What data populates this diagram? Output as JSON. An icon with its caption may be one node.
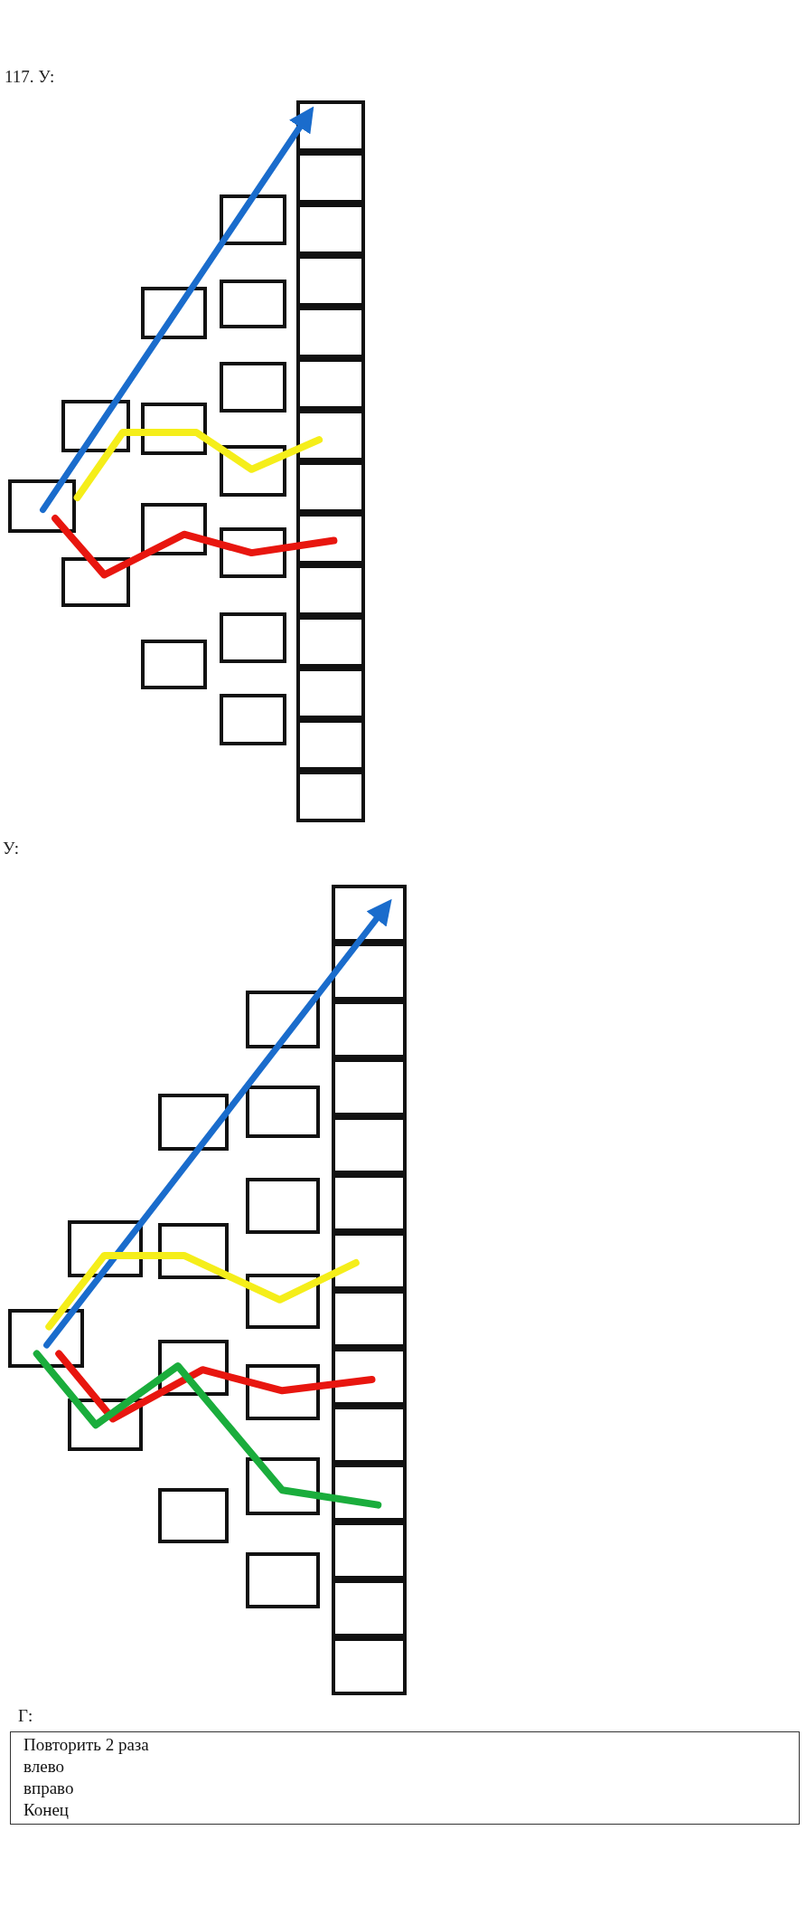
{
  "diagram": {
    "nodes": [
      {
        "text": [
          "Повторить 2 раза",
          "влево",
          "вправо",
          "Конец"
        ]
      }
    ],
    "labels": [
      "117. У:",
      "У:",
      "Г:"
    ]
  }
}
